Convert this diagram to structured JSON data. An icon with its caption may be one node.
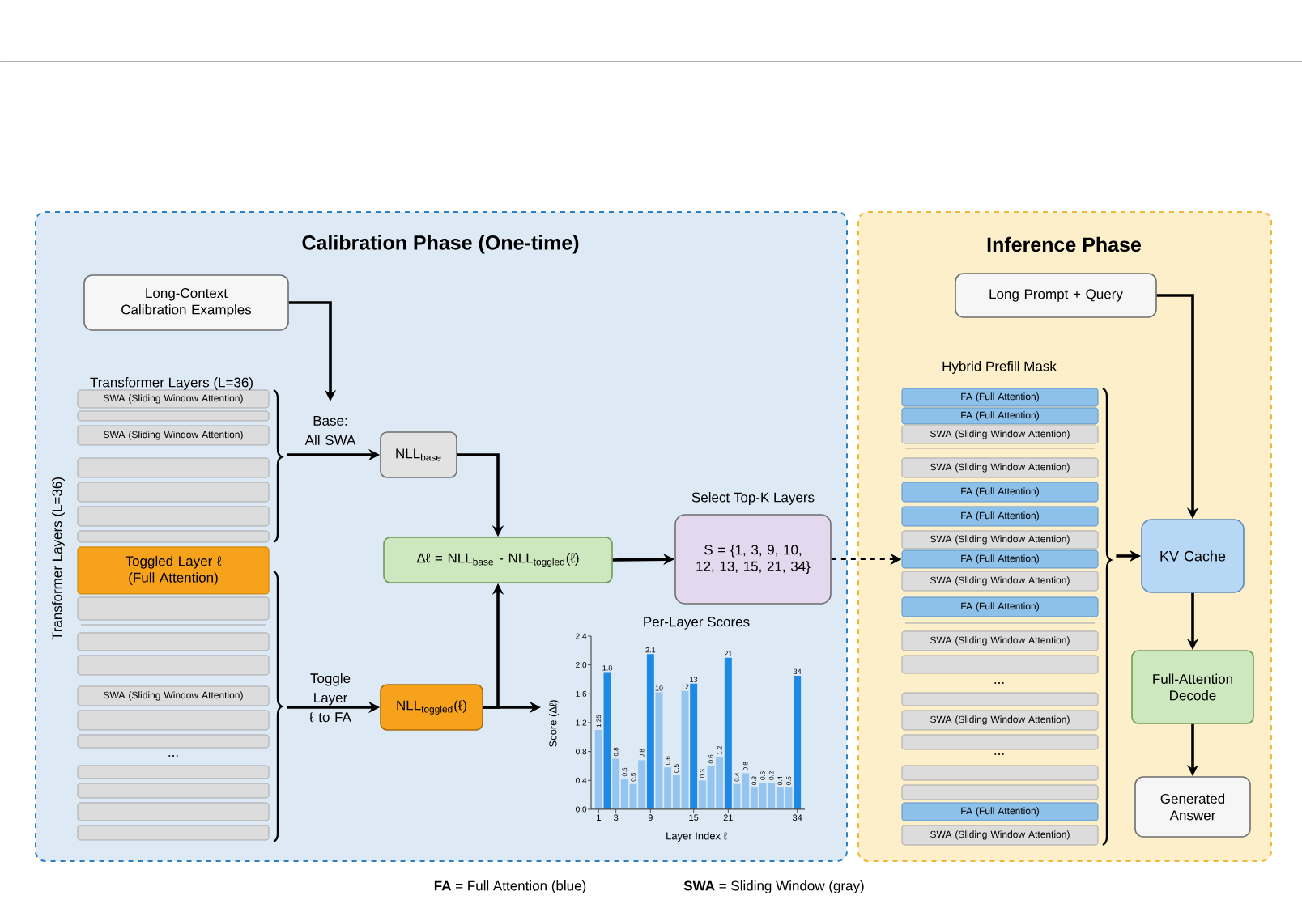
{
  "diagram": {
    "nodes": [
      {
        "text": [
          "Calibration Phase (One-time)"
        ]
      },
      {
        "text": [
          "Inference Phase"
        ]
      },
      {
        "text": [
          "Long-Context Calibration Examples"
        ],
        "in": 0
      },
      {
        "text": [
          "SWA (Sliding Window Attention)"
        ],
        "in": 0
      },
      {
        "text": [],
        "shape": "bar",
        "in": 0
      },
      {
        "text": [
          "SWA (Sliding Window Attention)"
        ],
        "in": 0
      },
      {
        "text": [],
        "shape": "bar",
        "in": 0
      },
      {
        "text": [],
        "shape": "bar",
        "in": 0
      },
      {
        "text": [],
        "shape": "bar",
        "in": 0
      },
      {
        "text": [],
        "shape": "bar",
        "in": 0
      },
      {
        "text": [
          "Toggled Layer ℓ (Full Attention)"
        ],
        "in": 0
      },
      {
        "text": [],
        "shape": "bar",
        "in": 0
      },
      {
        "text": [],
        "shape": "bar",
        "in": 0
      },
      {
        "text": [],
        "shape": "bar",
        "in": 0
      },
      {
        "text": [
          "SWA (Sliding Window Attention)"
        ],
        "in": 0
      },
      {
        "text": [],
        "shape": "bar",
        "in": 0
      },
      {
        "text": [],
        "shape": "bar",
        "in": 0
      },
      {
        "text": [],
        "shape": "bar",
        "in": 0
      },
      {
        "text": [],
        "shape": "bar",
        "in": 0
      },
      {
        "text": [],
        "shape": "bar",
        "in": 0
      },
      {
        "text": [],
        "shape": "bar",
        "in": 0
      },
      {
        "text": [
          "NLL$_{base}$"
        ],
        "in": 0
      },
      {
        "text": [
          "Δℓ = NLL$_{base}$ - NLL$_{toggled}$(ℓ)"
        ],
        "in": 0
      },
      {
        "text": [
          "S = {1, 3, 9, 10, 12, 13, 15, 21, 34}"
        ],
        "beside": [
          "Select Top-K Layers"
        ],
        "in": 0
      },
      {
        "text": [
          "NLL$_{toggled}$(ℓ)"
        ],
        "in": 0
      },
      {
        "text": [
          "Long Prompt + Query"
        ],
        "in": 1
      },
      {
        "text": [
          "FA (Full Attention)"
        ],
        "in": 1
      },
      {
        "text": [
          "FA (Full Attention)"
        ],
        "in": 1
      },
      {
        "text": [
          "SWA (Sliding Window Attention)"
        ],
        "in": 1
      },
      {
        "text": [
          "SWA (Sliding Window Attention)"
        ],
        "in": 1
      },
      {
        "text": [
          "FA (Full Attention)"
        ],
        "in": 1
      },
      {
        "text": [
          "FA (Full Attention)"
        ],
        "in": 1
      },
      {
        "text": [
          "SWA (Sliding Window Attention)"
        ],
        "in": 1
      },
      {
        "text": [
          "FA (Full Attention)"
        ],
        "in": 1
      },
      {
        "text": [
          "SWA (Sliding Window Attention)"
        ],
        "in": 1
      },
      {
        "text": [
          "FA (Full Attention)"
        ],
        "in": 1
      },
      {
        "text": [
          "SWA (Sliding Window Attention)"
        ],
        "in": 1
      },
      {
        "text": [],
        "shape": "bar",
        "in": 1
      },
      {
        "text": [],
        "shape": "bar",
        "in": 1
      },
      {
        "text": [
          "SWA (Sliding Window Attention)"
        ],
        "in": 1
      },
      {
        "text": [],
        "shape": "bar",
        "in": 1
      },
      {
        "text": [],
        "shape": "bar",
        "in": 1
      },
      {
        "text": [],
        "shape": "bar",
        "in": 1
      },
      {
        "text": [
          "FA (Full Attention)"
        ],
        "in": 1
      },
      {
        "text": [
          "SWA (Sliding Window Attention)"
        ],
        "in": 1
      },
      {
        "text": [
          "KV Cache"
        ],
        "in": 1
      },
      {
        "text": [
          "Full-Attention Decode"
        ],
        "in": 1
      },
      {
        "text": [
          "Generated Answer"
        ],
        "in": 1
      },
      {
        "text": [],
        "shape": "brace",
        "in": 0
      },
      {
        "text": [],
        "shape": "brace",
        "in": 0
      },
      {
        "text": [],
        "shape": "brace",
        "in": 1
      }
    ],
    "edges": [
      {
        "from": 2,
        "to": null,
        "arrow": "to"
      },
      {
        "from": 48,
        "to": 21,
        "arrow": "to",
        "label": "Base: All SWA"
      },
      {
        "from": 49,
        "to": 24,
        "arrow": "to",
        "label": "Toggle Layer ℓ to FA"
      },
      {
        "from": 21,
        "to": 22,
        "arrow": "to"
      },
      {
        "from": 24,
        "to": 22,
        "arrow": "to"
      },
      {
        "from": 22,
        "to": 23,
        "arrow": "to"
      },
      {
        "from": 24,
        "to": null,
        "arrow": "to"
      },
      {
        "from": 23,
        "to": 33,
        "arrow": "to",
        "style": "dashed"
      },
      {
        "from": 50,
        "to": 45,
        "arrow": "to"
      },
      {
        "from": 25,
        "to": 45,
        "arrow": "to"
      },
      {
        "from": 45,
        "to": 46,
        "arrow": "to"
      },
      {
        "from": 46,
        "to": 47,
        "arrow": "to"
      }
    ],
    "labels": [
      "Transformer Layers (L=36)",
      "Hybrid Prefill Mask",
      "Transformer Layers (L=36)",
      "...",
      "...",
      "...",
      "**FA** = Full Attention (blue)",
      "**SWA** = Sliding Window (gray)"
    ],
    "chart_data": {
      "type": "bar",
      "title": "Per-Layer Scores",
      "xlabel": "Layer Index ℓ",
      "ylabel": "Score (Δℓ)",
      "categories": [
        "1",
        null,
        "3",
        null,
        null,
        null,
        "9",
        null,
        null,
        null,
        null,
        "15",
        null,
        null,
        null,
        "21",
        null,
        null,
        null,
        null,
        null,
        null,
        null,
        "34"
      ],
      "series": [
        {
          "color": "#93c5f0",
          "values": [
            1.1,
            null,
            0.7,
            0.42,
            0.35,
            0.68,
            null,
            1.62,
            0.58,
            0.47,
            1.64,
            null,
            0.4,
            0.6,
            0.72,
            null,
            0.35,
            0.5,
            0.3,
            0.37,
            0.37,
            0.3,
            0.3,
            null
          ]
        },
        {
          "color": "#1e88e5",
          "values": [
            null,
            1.9,
            null,
            null,
            null,
            null,
            2.15,
            null,
            null,
            null,
            null,
            1.74,
            null,
            null,
            null,
            2.1,
            null,
            null,
            null,
            null,
            null,
            null,
            null,
            1.85
          ]
        }
      ],
      "ylim": [
        0,
        2.4
      ],
      "yticks": [
        {
          "value": 0,
          "label": "0.0"
        },
        {
          "value": 0.4,
          "label": "0.4"
        },
        {
          "value": 0.8,
          "label": "0.8"
        },
        {
          "value": 1.2,
          "label": "1.2"
        },
        {
          "value": 1.6,
          "label": "1.6"
        },
        {
          "value": 2.0,
          "label": "2.0"
        },
        {
          "value": 2.4,
          "label": "2.4"
        }
      ],
      "stacked": true,
      "value_labels": [
        "1.25",
        "1.8",
        "0.8",
        "0.5",
        "0.5",
        "0.8",
        "2.1",
        "10",
        "0.6",
        "0.5",
        "12",
        "13",
        "0.3",
        "0.6",
        "1.2",
        "21",
        "0.4",
        "0.8",
        "0.3",
        "0.6",
        "0.2",
        "0.4",
        "0.5",
        "34"
      ]
    }
  }
}
